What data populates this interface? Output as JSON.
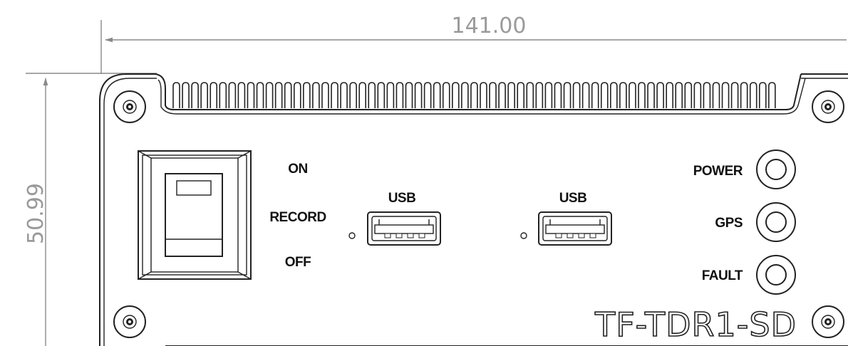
{
  "dimensions": {
    "width": "141.00",
    "height": "50.99"
  },
  "switch": {
    "positions": [
      "ON",
      "RECORD",
      "OFF"
    ]
  },
  "usb_ports": [
    {
      "label": "USB"
    },
    {
      "label": "USB"
    }
  ],
  "indicators": [
    {
      "label": "POWER"
    },
    {
      "label": "GPS"
    },
    {
      "label": "FAULT"
    }
  ],
  "model": "TF-TDR1-SD",
  "icons": {
    "screw": "screw-icon",
    "led": "led-indicator-icon",
    "usb": "usb-a-port-icon"
  }
}
